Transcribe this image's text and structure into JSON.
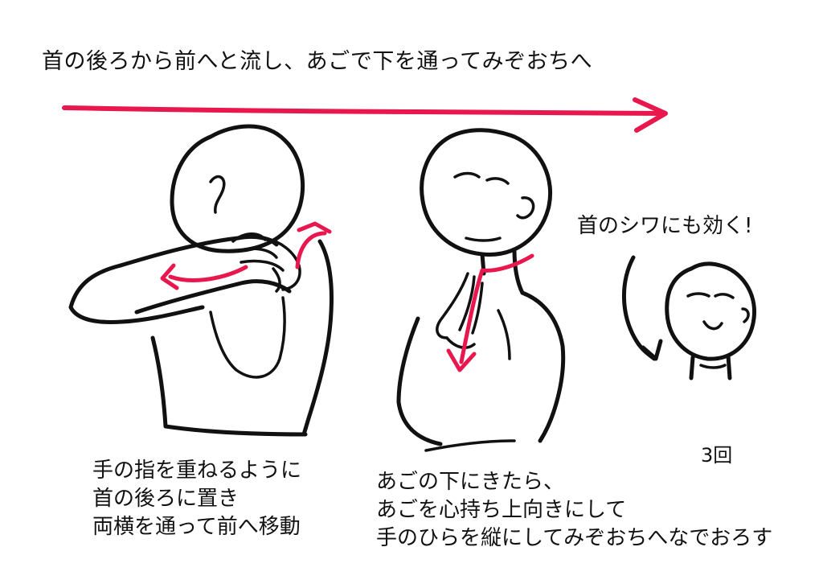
{
  "headline": "首の後ろから前へと流し、あごで下を通ってみぞおちへ",
  "side_note": "首のシワにも効く!",
  "repeat_count": "3回",
  "captions": {
    "left": [
      "手の指を重ねるように",
      "首の後ろに置き",
      "両横を通って前へ移動"
    ],
    "right": [
      "あごの下にきたら、",
      "あごを心持ち上向きにして",
      "手のひらを縦にしてみぞおちへなでおろす"
    ]
  },
  "colors": {
    "accent": "#e8184f",
    "ink": "#111111",
    "background": "#ffffff"
  },
  "icons": {
    "progress_arrow": "long-right-arrow",
    "figure_back": "person-back-hands-on-neck",
    "figure_front": "person-stroking-neck-down",
    "figure_small": "smiling-face-neck"
  }
}
